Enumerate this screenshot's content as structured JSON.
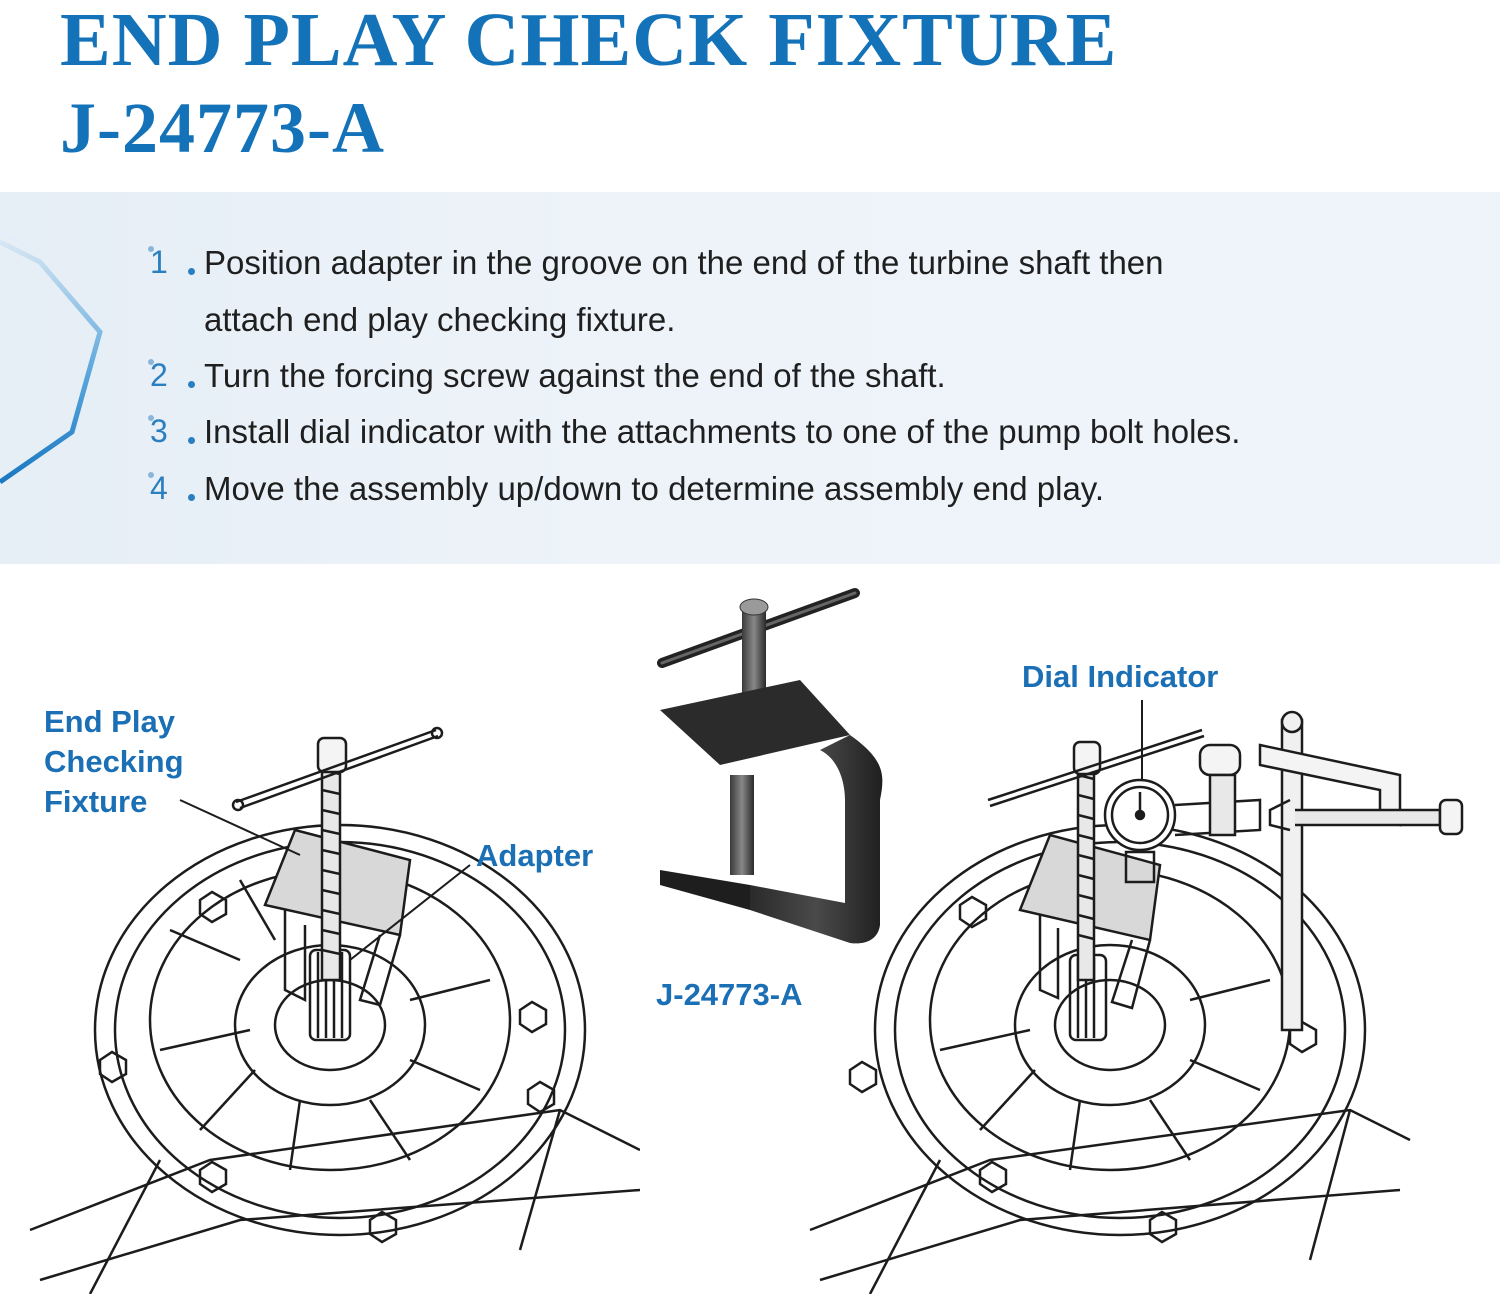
{
  "header": {
    "title_line1": "END PLAY CHECK FIXTURE",
    "title_line2": "J-24773-A",
    "title_color": "#1472b8"
  },
  "steps": [
    {
      "number": "1",
      "lines": [
        "Position adapter in the groove on the end of the turbine shaft then",
        "attach end play checking fixture."
      ]
    },
    {
      "number": "2",
      "lines": [
        "Turn the forcing screw against the end of the shaft."
      ]
    },
    {
      "number": "3",
      "lines": [
        "Install dial indicator with the attachments to one of the pump bolt holes."
      ]
    },
    {
      "number": "4",
      "lines": [
        "Move the assembly up/down to determine assembly end play."
      ]
    }
  ],
  "labels": {
    "end_play_fixture": [
      "End Play",
      "Checking",
      "Fixture"
    ],
    "adapter": "Adapter",
    "part_number": "J-24773-A",
    "dial_indicator": "Dial Indicator"
  },
  "colors": {
    "accent": "#1a6fb5",
    "panel_bg": "#e9f0f7",
    "text": "#1f1f1f"
  }
}
